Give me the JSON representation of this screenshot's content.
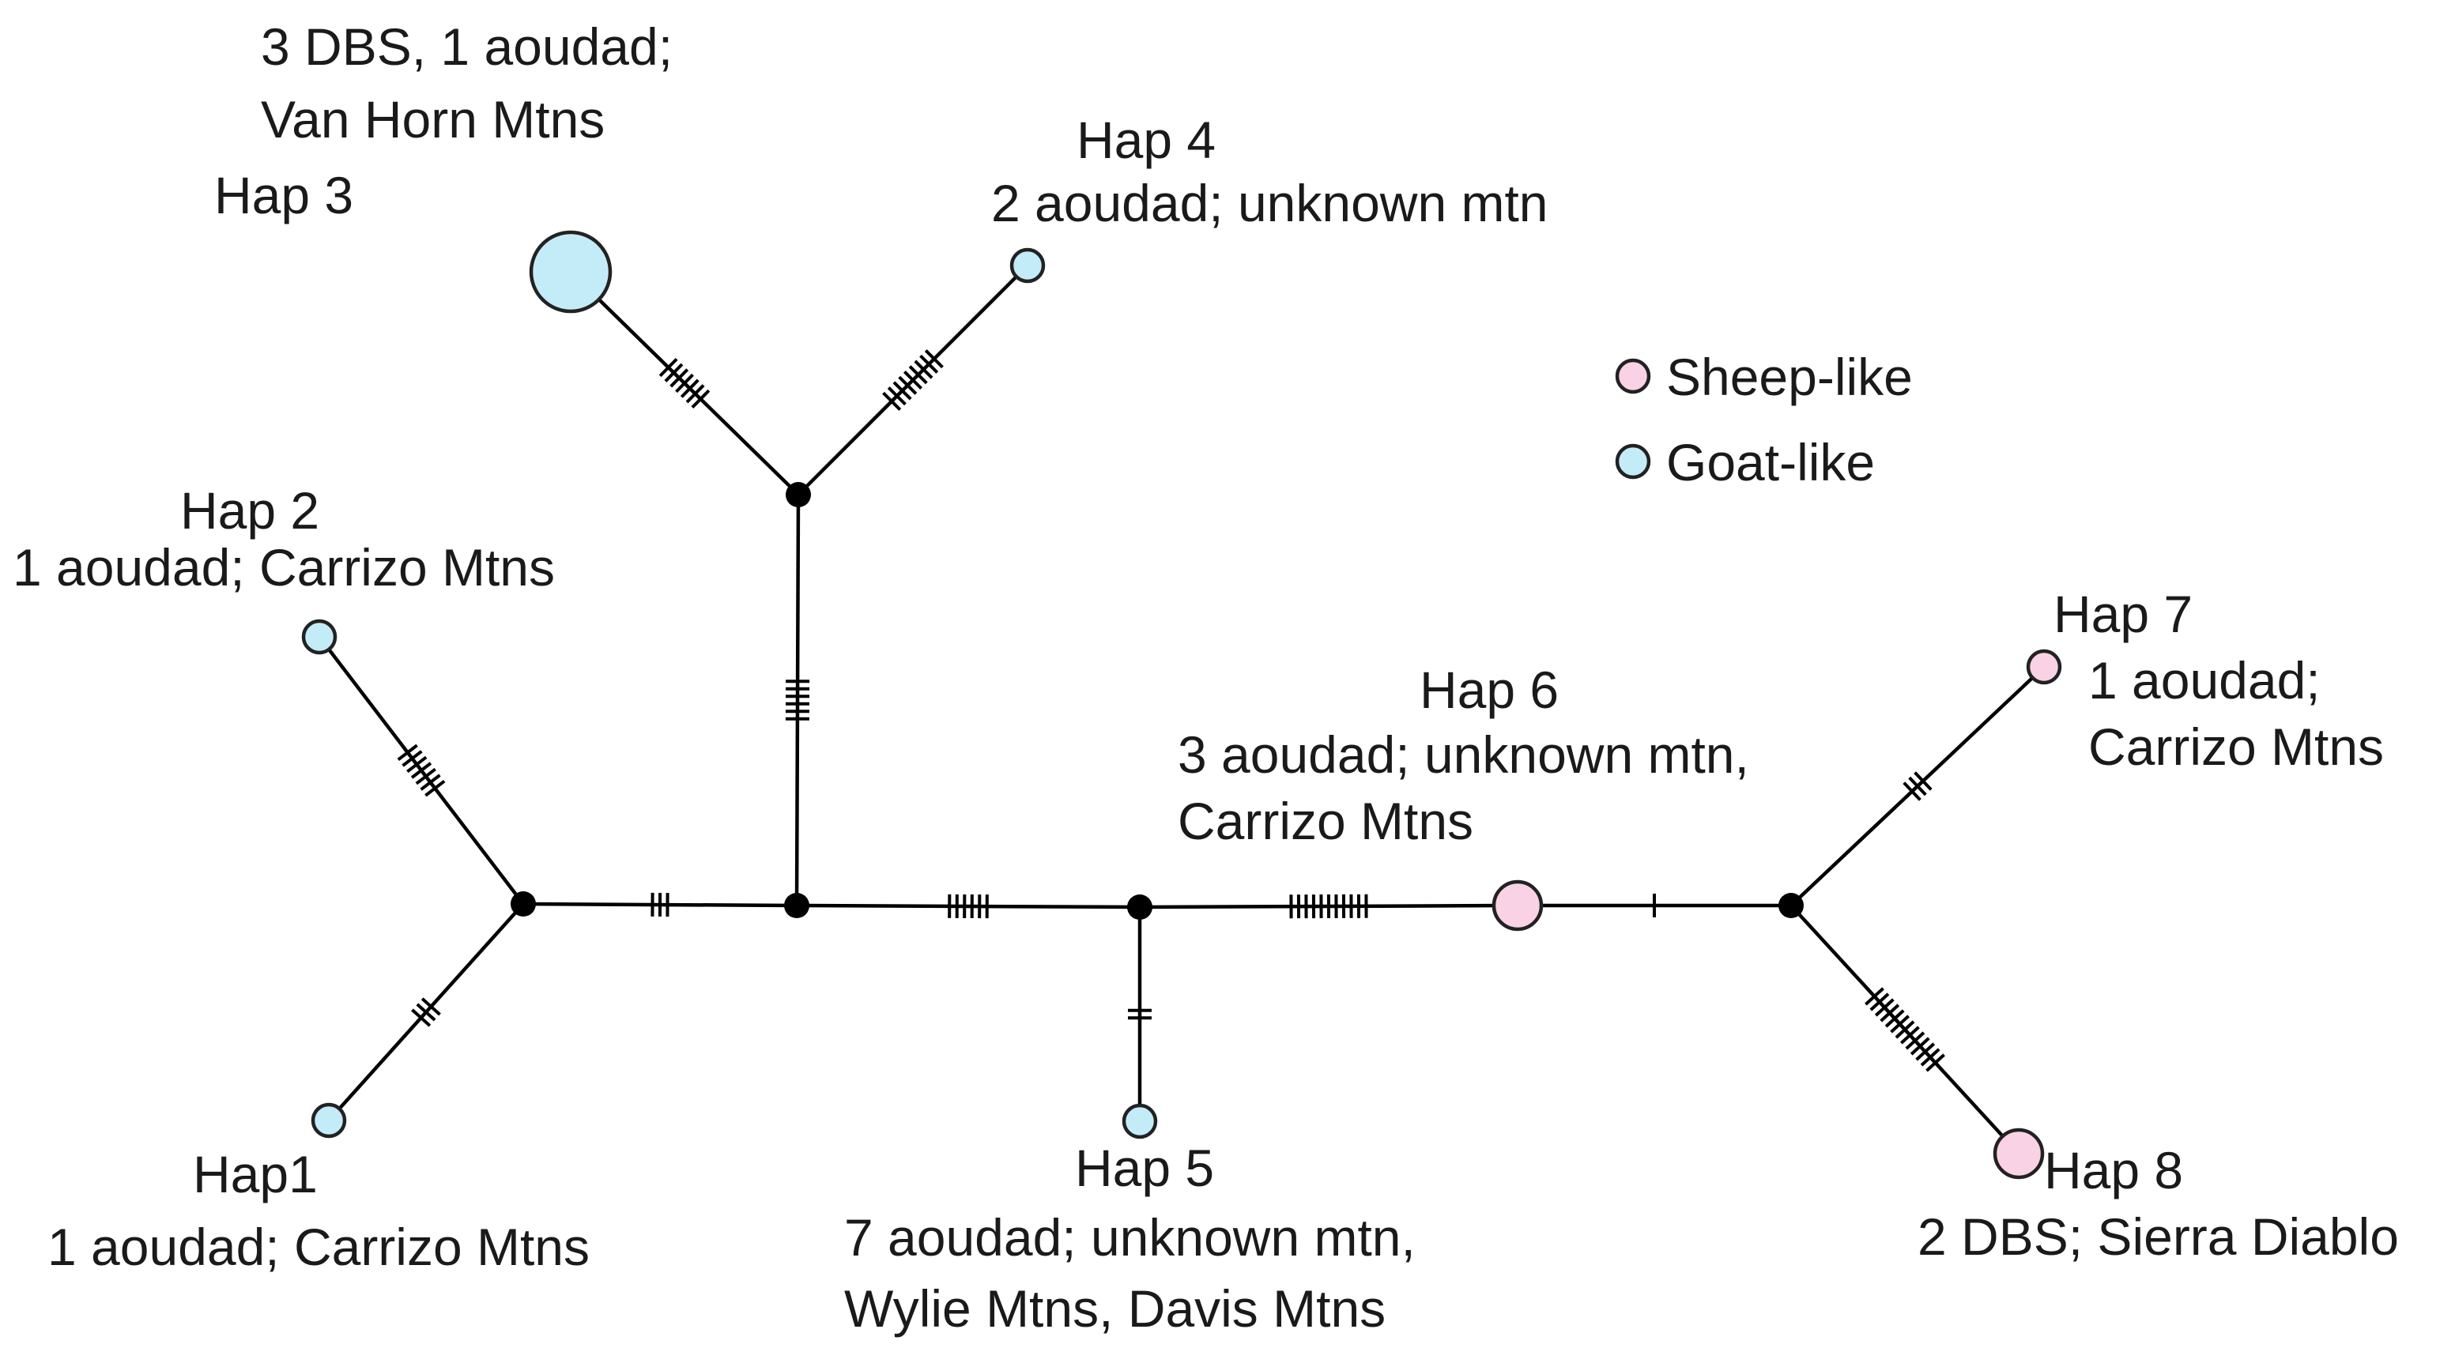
{
  "colors": {
    "sheep_like": "#f9d3e5",
    "goat_like": "#c4ecf8",
    "median_vector": "#000000"
  },
  "legend": [
    {
      "label": "Sheep-like",
      "group": "sheep_like"
    },
    {
      "label": "Goat-like",
      "group": "goat_like"
    }
  ],
  "haplotypes": [
    {
      "id": "hap1",
      "name": "Hap1",
      "samples": "1 aoudad; Carrizo Mtns",
      "group": "goat_like",
      "count": 1
    },
    {
      "id": "hap2",
      "name": "Hap 2",
      "samples": "1 aoudad; Carrizo Mtns",
      "group": "goat_like",
      "count": 1
    },
    {
      "id": "hap3",
      "name": "Hap 3",
      "samples": "3 DBS, 1 aoudad; Van Horn Mtns",
      "group": "goat_like",
      "count": 4
    },
    {
      "id": "hap4",
      "name": "Hap 4",
      "samples": "2 aoudad; unknown mtn",
      "group": "goat_like",
      "count": 2
    },
    {
      "id": "hap5",
      "name": "Hap 5",
      "samples": "7 aoudad; unknown mtn, Wylie Mtns, Davis Mtns",
      "group": "goat_like",
      "count": 7
    },
    {
      "id": "hap6",
      "name": "Hap 6",
      "samples": "3 aoudad;  unknown mtn, Carrizo Mtns",
      "group": "sheep_like",
      "count": 3
    },
    {
      "id": "hap7",
      "name": "Hap 7",
      "samples": "1 aoudad; Carrizo Mtns",
      "group": "sheep_like",
      "count": 1
    },
    {
      "id": "hap8",
      "name": "Hap 8",
      "samples": "2 DBS; Sierra Diablo",
      "group": "sheep_like",
      "count": 2
    }
  ],
  "median_vectors": [
    "mv1",
    "mv2",
    "mv3",
    "mv4",
    "mv5"
  ],
  "edges": [
    {
      "from": "hap2",
      "to": "mv1",
      "mutations": 7
    },
    {
      "from": "hap1",
      "to": "mv1",
      "mutations": 3
    },
    {
      "from": "mv1",
      "to": "mv3",
      "mutations": 3
    },
    {
      "from": "hap3",
      "to": "mv2",
      "mutations": 7
    },
    {
      "from": "hap4",
      "to": "mv2",
      "mutations": 9
    },
    {
      "from": "mv2",
      "to": "mv3",
      "mutations": 6
    },
    {
      "from": "mv3",
      "to": "mv4",
      "mutations": 6
    },
    {
      "from": "mv4",
      "to": "hap5",
      "mutations": 2
    },
    {
      "from": "mv4",
      "to": "hap6",
      "mutations": 11
    },
    {
      "from": "hap6",
      "to": "mv5",
      "mutations": 1
    },
    {
      "from": "mv5",
      "to": "hap7",
      "mutations": 3
    },
    {
      "from": "mv5",
      "to": "hap8",
      "mutations": 13
    }
  ]
}
